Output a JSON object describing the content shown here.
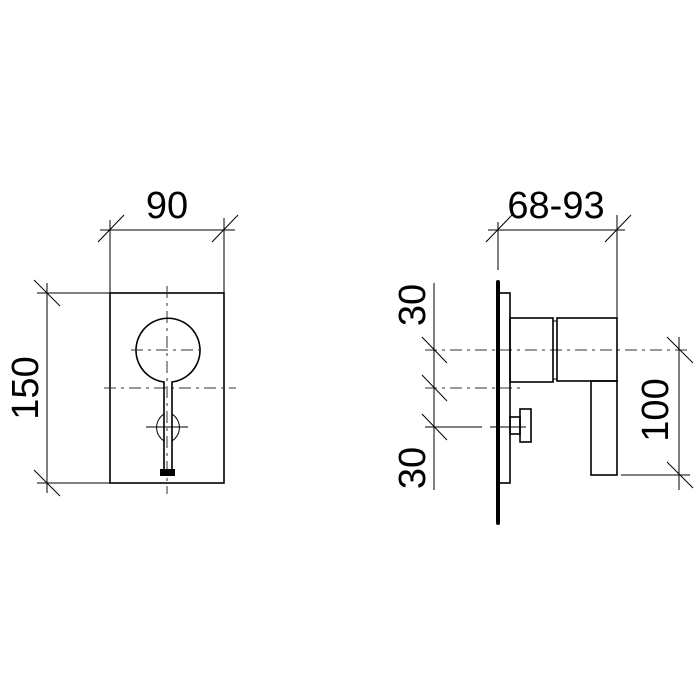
{
  "front_view": {
    "width_label": "90",
    "height_label": "150"
  },
  "side_view": {
    "depth_label": "68-93",
    "upper_offset_label": "30",
    "lower_offset_label": "30",
    "lever_height_label": "100"
  },
  "colors": {
    "line": "#000000",
    "background": "#ffffff"
  }
}
